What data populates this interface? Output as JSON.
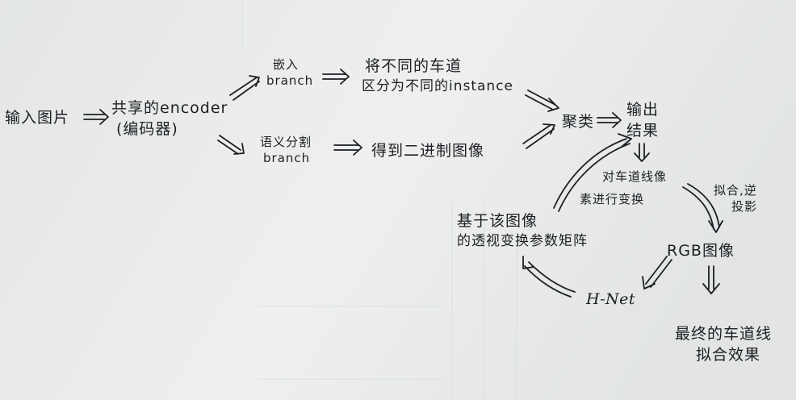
{
  "ink_color": "#1d1f24",
  "paper_color": "#e9ebea",
  "nodes": {
    "input": "输入图片",
    "encoder_line1": "共享的encoder",
    "encoder_line2": "(编码器)",
    "embed_line1": "嵌入",
    "embed_line2": "branch",
    "instance_line1": "将不同的车道",
    "instance_line2": "区分为不同的instance",
    "seg_line1": "语义分割",
    "seg_line2": "branch",
    "binary": "得到二进制图像",
    "cluster": "聚类",
    "output_line1": "输出",
    "output_line2": "结果",
    "lane_pixels": "对车道线像",
    "transform_pixels": "素进行变换",
    "fit_line1": "拟合,逆",
    "fit_line2": "投影",
    "rgb": "RGB图像",
    "hnet": "H-Net",
    "matrix_line1": "基于该图像",
    "matrix_line2": "的透视变换参数矩阵",
    "final_line1": "最终的车道线",
    "final_line2": "拟合效果"
  }
}
